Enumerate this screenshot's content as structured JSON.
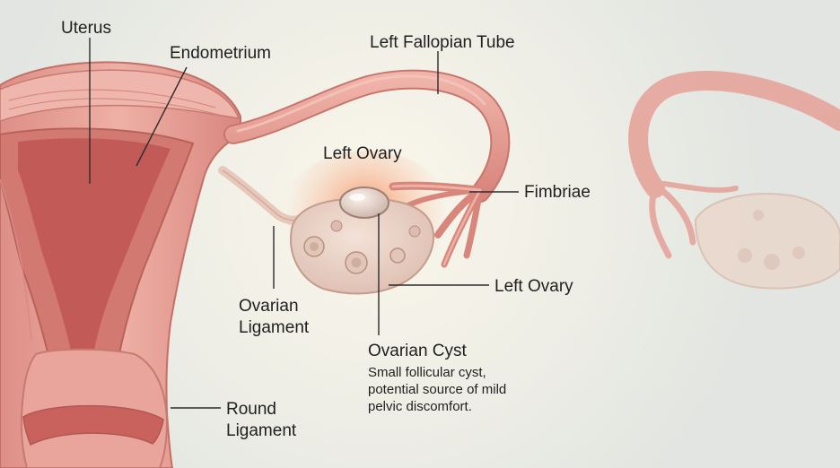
{
  "labels": {
    "uterus": "Uterus",
    "endometrium": "Endometrium",
    "left_fallopian_tube": "Left Fallopian Tube",
    "left_ovary_top": "Left Ovary",
    "fimbriae": "Fimbriae",
    "ovarian_ligament_line1": "Ovarian",
    "ovarian_ligament_line2": "Ligament",
    "left_ovary_right": "Left Ovary",
    "ovarian_cyst": "Ovarian Cyst",
    "cyst_description": [
      "Small follicular cyst,",
      "potential source of mild",
      "pelvic discomfort."
    ],
    "round_ligament_line1": "Round",
    "round_ligament_line2": "Ligament"
  },
  "colors": {
    "background": "#e9ebe6",
    "tissue": "#e7a39a",
    "tissue_dark": "#c9726a",
    "inner_cavity": "#c9615d",
    "ovary": "#ead3c8",
    "cyst_glow": "#f3794a",
    "leader_line": "#2b2b2b"
  }
}
